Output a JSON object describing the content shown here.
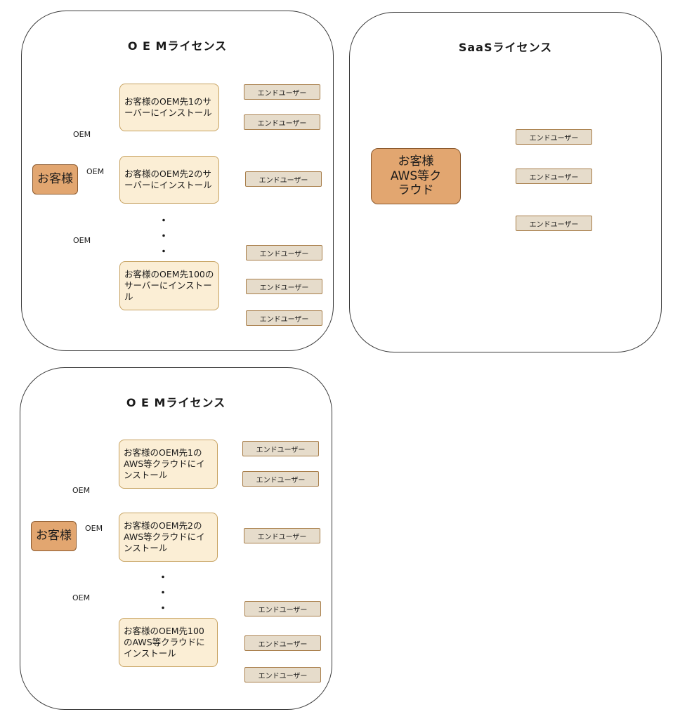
{
  "panels": {
    "oem_server": {
      "title": "O E Mライセンス",
      "customer": "お客様",
      "oem_labels": [
        "OEM",
        "OEM",
        "OEM"
      ],
      "partners": [
        "お客様のOEM先1のサーバーにインストール",
        "お客様のOEM先2のサーバーにインストール",
        "お客様のOEM先100のサーバーにインストール"
      ],
      "end_user": "エンドユーザー",
      "dots": [
        "・",
        "・",
        "・"
      ]
    },
    "saas": {
      "title": "SaaSライセンス",
      "customer": "お客様AWS等クラウド",
      "end_user": "エンドユーザー"
    },
    "oem_cloud": {
      "title": "O E Mライセンス",
      "customer": "お客様",
      "oem_labels": [
        "OEM",
        "OEM",
        "OEM"
      ],
      "partners": [
        "お客様のOEM先1のAWS等クラウドにインストール",
        "お客様のOEM先2のAWS等クラウドにインストール",
        "お客様のOEM先100のAWS等クラウドにインストール"
      ],
      "end_user": "エンドユーザー",
      "dots": [
        "・",
        "・",
        "・"
      ]
    }
  }
}
